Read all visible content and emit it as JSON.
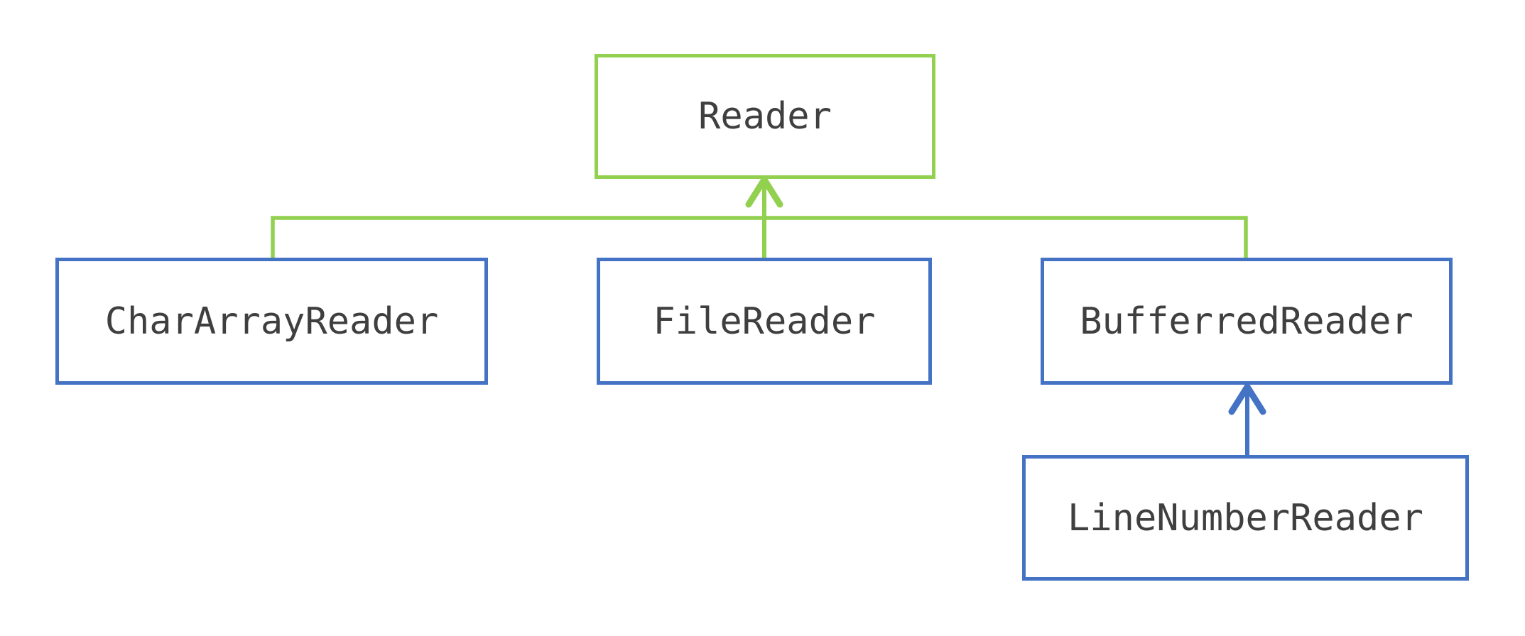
{
  "diagram": {
    "type": "class-hierarchy",
    "colors": {
      "green": "#92d050",
      "blue": "#4472c4",
      "text": "#3f3f3f",
      "bg": "#ffffff"
    },
    "nodes": {
      "reader": {
        "label": "Reader"
      },
      "char_array_reader": {
        "label": "CharArrayReader"
      },
      "file_reader": {
        "label": "FileReader"
      },
      "bufferred_reader": {
        "label": "BufferredReader"
      },
      "line_number_reader": {
        "label": "LineNumberReader"
      }
    },
    "edges": [
      {
        "from": "CharArrayReader",
        "to": "Reader",
        "relation": "inherits"
      },
      {
        "from": "FileReader",
        "to": "Reader",
        "relation": "inherits"
      },
      {
        "from": "BufferredReader",
        "to": "Reader",
        "relation": "inherits"
      },
      {
        "from": "LineNumberReader",
        "to": "BufferredReader",
        "relation": "inherits"
      }
    ]
  }
}
